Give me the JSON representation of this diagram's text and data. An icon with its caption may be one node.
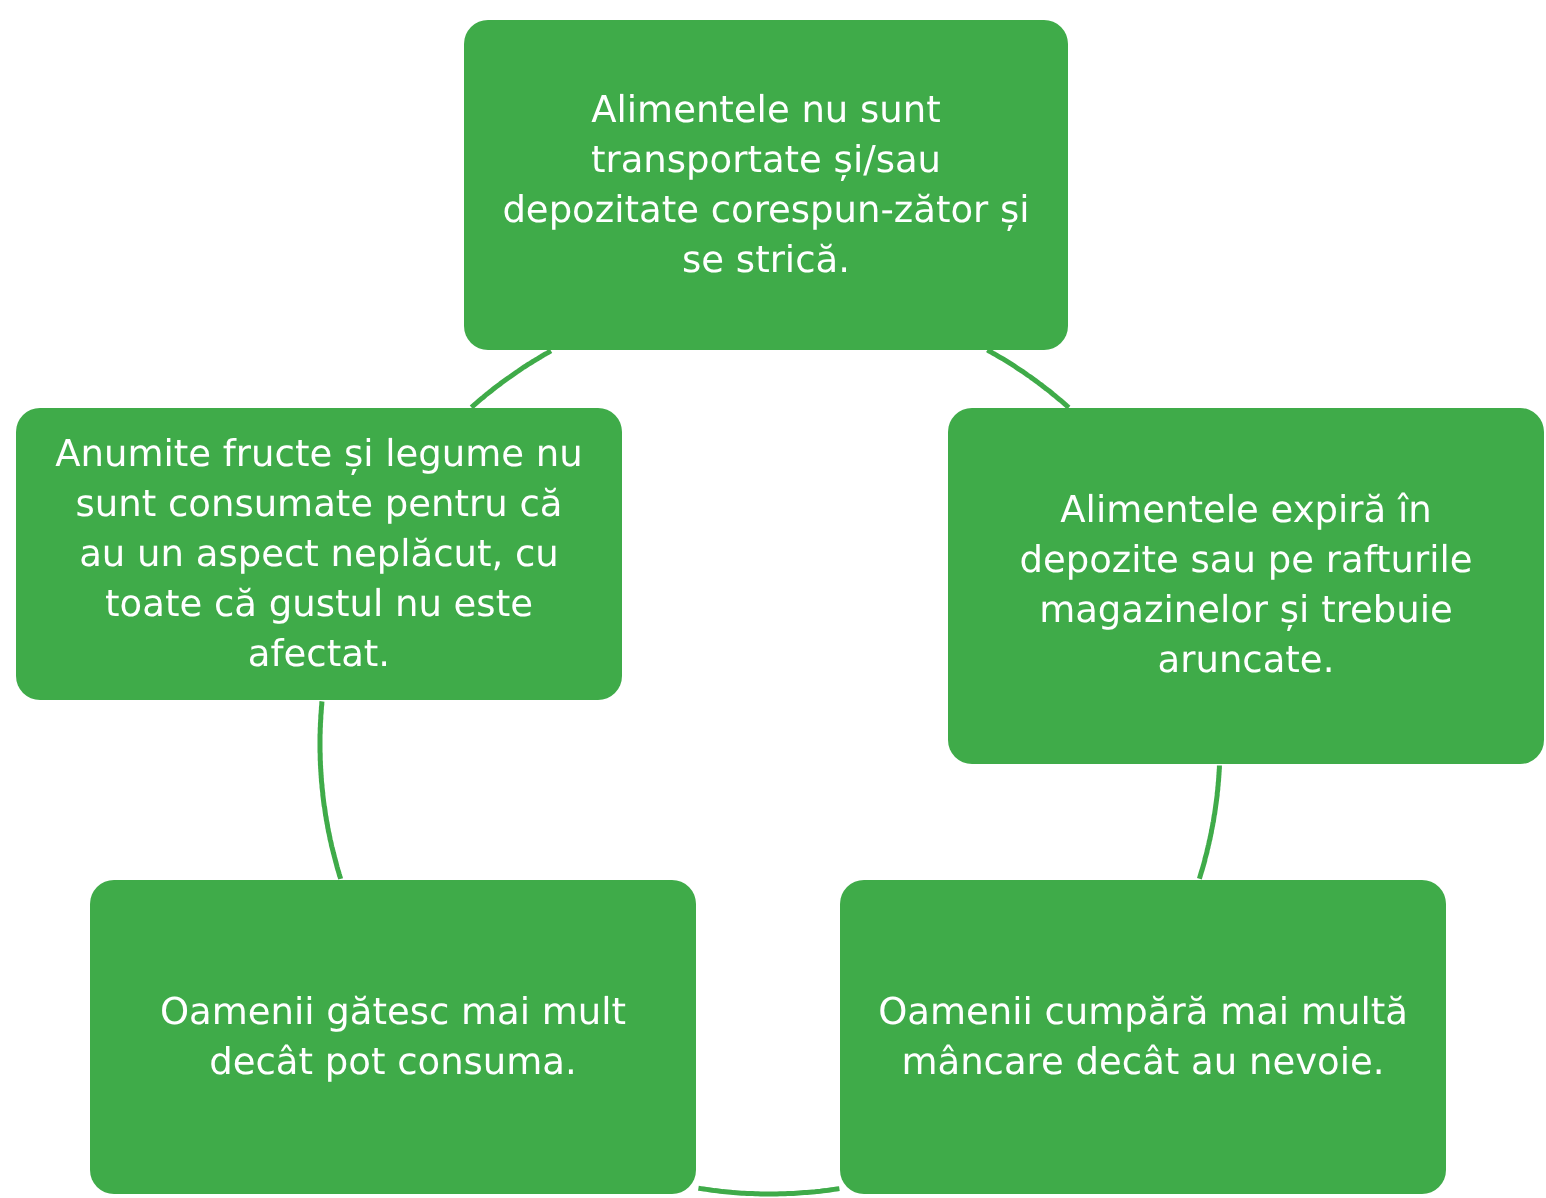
{
  "diagram": {
    "nodes": [
      {
        "text": [
          "Alimentele nu sunt transportate și/sau depozitate corespun-zător și se strică."
        ]
      },
      {
        "text": [
          "Anumite fructe și legume nu sunt consumate pentru că au un aspect neplăcut, cu toate că gustul nu este afectat."
        ]
      },
      {
        "text": [
          "Alimentele expiră în depozite sau pe rafturile magazinelor și trebuie aruncate."
        ]
      },
      {
        "text": [
          "Oamenii gătesc mai mult decât pot consuma."
        ]
      },
      {
        "text": [
          "Oamenii cumpără mai multă mâncare decât au nevoie."
        ]
      }
    ],
    "edges": [
      {
        "from": 0,
        "to": 2,
        "arrow": "none"
      },
      {
        "from": 2,
        "to": 4,
        "arrow": "none"
      },
      {
        "from": 4,
        "to": 3,
        "arrow": "none"
      },
      {
        "from": 3,
        "to": 1,
        "arrow": "none"
      },
      {
        "from": 1,
        "to": 0,
        "arrow": "none"
      }
    ]
  }
}
